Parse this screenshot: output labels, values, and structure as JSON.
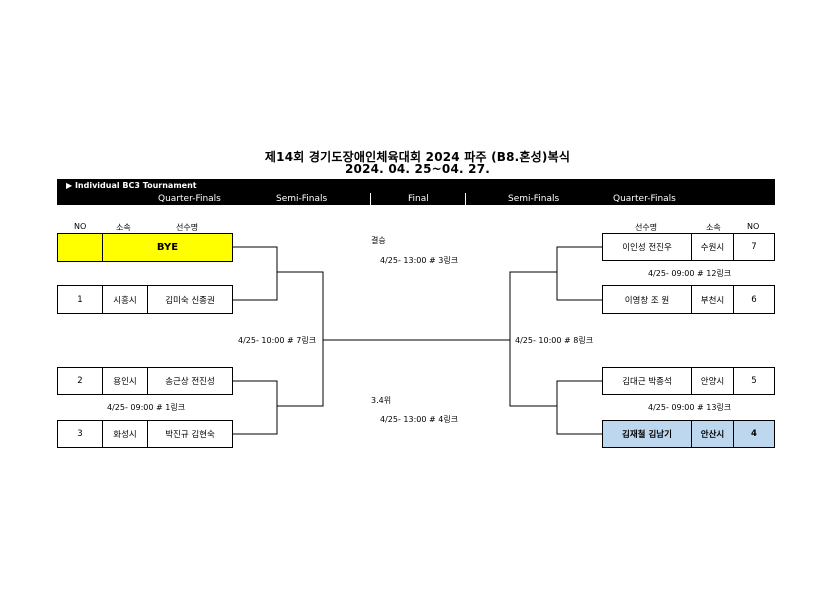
{
  "title": {
    "line1": "제14회 경기도장애인체육대회 2024 파주 (B8.혼성)복식",
    "line2": "2024. 04. 25~04. 27."
  },
  "header": {
    "tournament": "▶ Individual BC3 Tournament",
    "left_qf": "Quarter-Finals",
    "left_sf": "Semi-Finals",
    "final": "Final",
    "right_sf": "Semi-Finals",
    "right_qf": "Quarter-Finals"
  },
  "columns": {
    "left": {
      "no": "NO",
      "team": "소속",
      "players": "선수명"
    },
    "right": {
      "players": "선수명",
      "team": "소속",
      "no": "NO"
    }
  },
  "left_entries": [
    {
      "no": "",
      "team": "",
      "players": "BYE"
    },
    {
      "no": "1",
      "team": "시흥시",
      "players": "김미숙 신종권"
    },
    {
      "no": "2",
      "team": "용인시",
      "players": "송근상 전진성"
    },
    {
      "no": "3",
      "team": "화성시",
      "players": "박진규 김현숙"
    }
  ],
  "right_entries": [
    {
      "players": "이인성 전진우",
      "team": "수원시",
      "no": "7"
    },
    {
      "players": "이영창 조  원",
      "team": "부천시",
      "no": "6"
    },
    {
      "players": "김대근 박종석",
      "team": "안양시",
      "no": "5"
    },
    {
      "players": "김재철 김남기",
      "team": "안산시",
      "no": "4"
    }
  ],
  "matches": {
    "left_qf2": "4/25- 09:00 # 1링크",
    "left_sf": "4/25- 10:00 # 7링크",
    "right_qf1": "4/25- 09:00 # 12링크",
    "right_qf2": "4/25- 09:00 # 13링크",
    "right_sf": "4/25- 10:00 # 8링크",
    "final_label": "결승",
    "final_time": "4/25- 13:00 # 3링크",
    "third_label": "3.4위",
    "third_time": "4/25- 13:00 # 4링크"
  },
  "colors": {
    "bye_fill": "#ffff00",
    "winner_fill": "#bdd7ee",
    "header_bar": "#000000"
  }
}
